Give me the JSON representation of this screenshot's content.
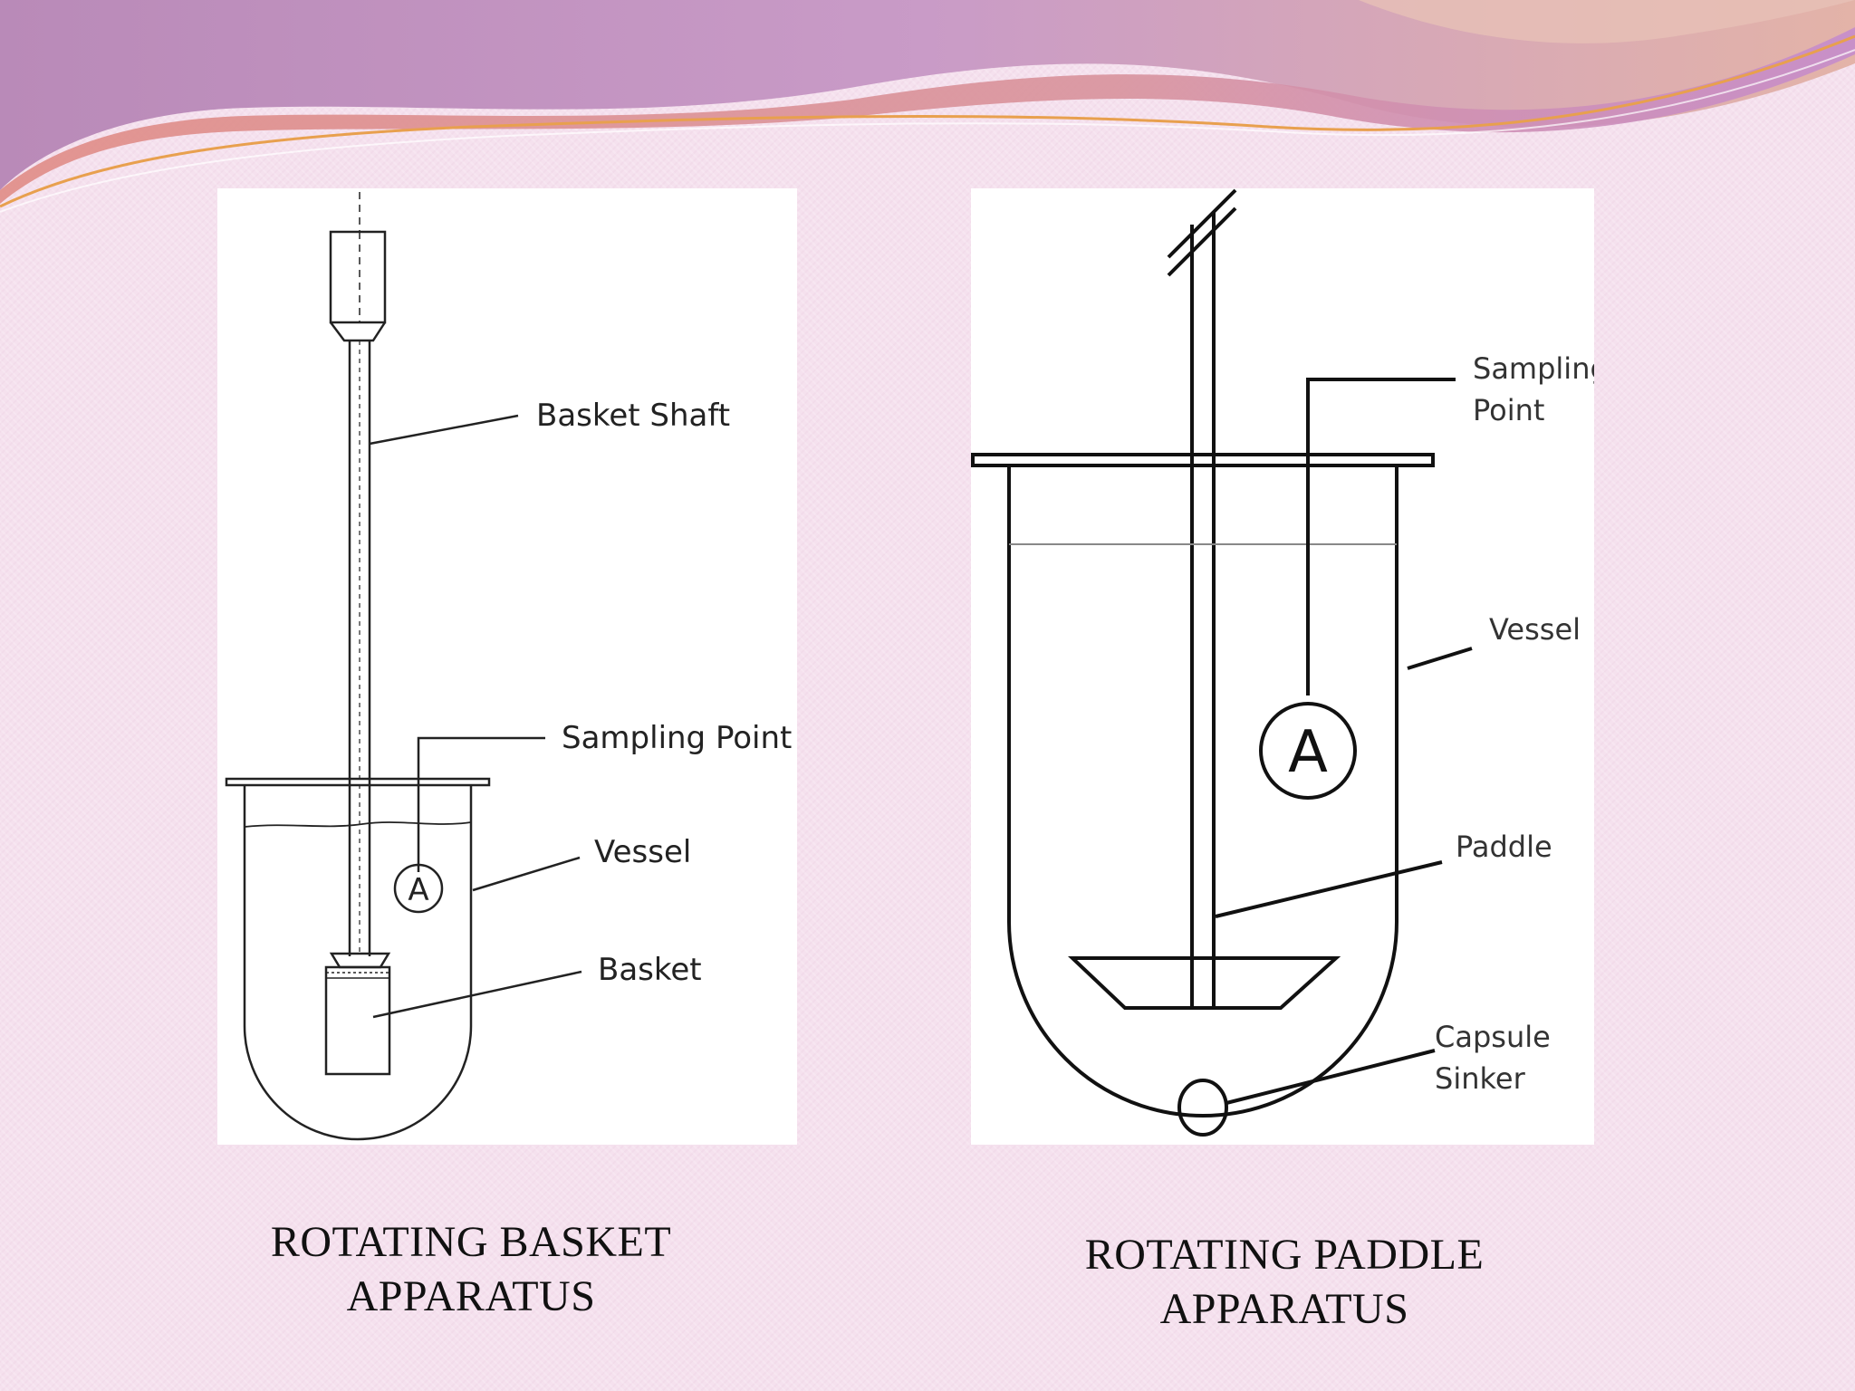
{
  "slide": {
    "left_figure": {
      "labels": {
        "shaft": "Basket Shaft",
        "sampling": "Sampling Point",
        "vessel": "Vessel",
        "basket": "Basket",
        "marker": "A"
      },
      "caption_line1": "ROTATING BASKET",
      "caption_line2": "APPARATUS"
    },
    "right_figure": {
      "labels": {
        "sampling_line1": "Sampling",
        "sampling_line2": "Point",
        "vessel": "Vessel",
        "marker": "A",
        "paddle": "Paddle",
        "sinker_line1": "Capsule",
        "sinker_line2": "Sinker"
      },
      "caption_line1": "ROTATING PADDLE",
      "caption_line2": "APPARATUS"
    }
  },
  "colors": {
    "background": "#f5e1ee",
    "wave_purple": "#c79ac4",
    "wave_rose": "#d98f97",
    "wave_orange": "#e09a5a"
  }
}
